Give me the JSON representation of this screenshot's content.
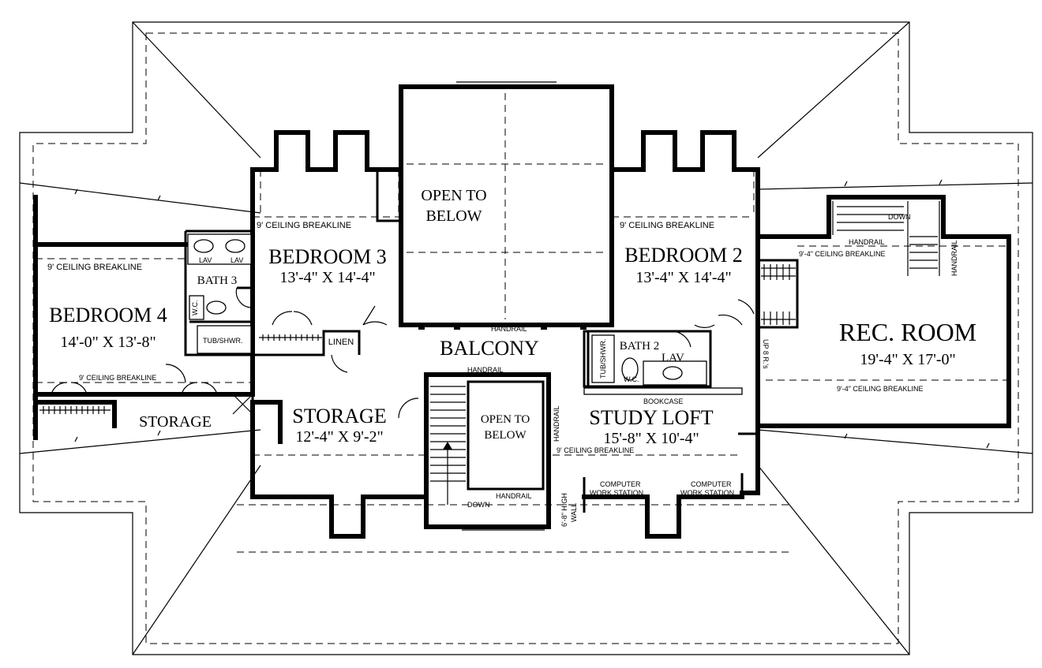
{
  "rooms": {
    "bedroom4": {
      "name": "BEDROOM 4",
      "dim": "14'-0\" X 13'-8\""
    },
    "bedroom3": {
      "name": "BEDROOM 3",
      "dim": "13'-4\" X 14'-4\""
    },
    "bedroom2": {
      "name": "BEDROOM 2",
      "dim": "13'-4\" X 14'-4\""
    },
    "rec_room": {
      "name": "REC. ROOM",
      "dim": "19'-4\" X 17'-0\""
    },
    "storage_left": {
      "name": "STORAGE"
    },
    "storage_mid": {
      "name": "STORAGE",
      "dim": "12'-4\" X 9'-2\""
    },
    "study_loft": {
      "name": "STUDY LOFT",
      "dim": "15'-8\" X 10'-4\""
    },
    "balcony": {
      "name": "BALCONY"
    },
    "open_top": {
      "line1": "OPEN TO",
      "line2": "BELOW"
    },
    "open_stair": {
      "line1": "OPEN TO",
      "line2": "BELOW"
    },
    "bath3": {
      "name": "BATH 3"
    },
    "bath2": {
      "name": "BATH 2"
    },
    "linen": {
      "name": "LINEN"
    }
  },
  "labels": {
    "ceiling_9": "9' CEILING BREAKLINE",
    "ceiling_9_4": "9'-4\" CEILING BREAKLINE",
    "handrail": "HANDRAIL",
    "lav": "LAV",
    "wc": "W.C.",
    "tub": "TUB/SHWR.",
    "down": "DOWN",
    "up": "UP 8 R.'s",
    "bookcase": "BOOKCASE",
    "computer": "COMPUTER",
    "work_station": "WORK STATION",
    "high_wall_1": "6'-8\" HIGH",
    "high_wall_2": "WALL"
  }
}
